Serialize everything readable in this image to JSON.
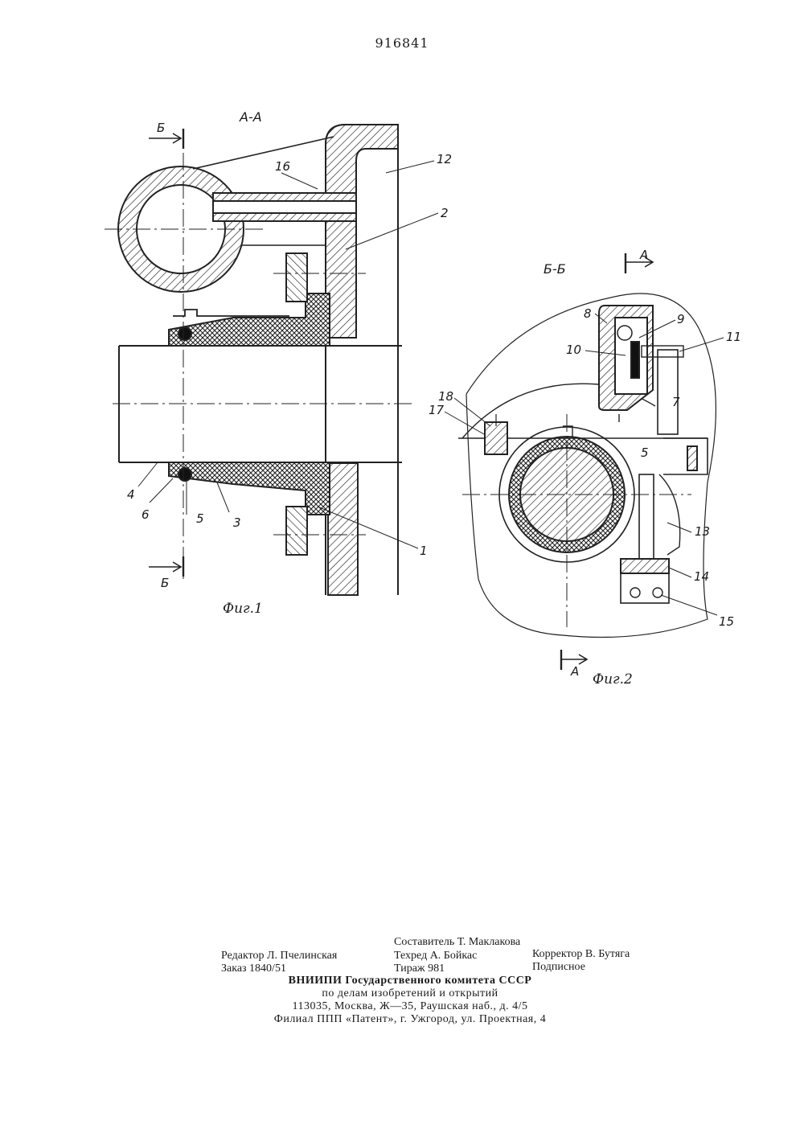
{
  "patent_number": "916841",
  "fig1": {
    "section_title": "А-А",
    "cut_mark_top": "Б",
    "cut_mark_bottom": "Б",
    "caption": "Фиг.1",
    "callouts": [
      "16",
      "12",
      "2",
      "4",
      "6",
      "5",
      "3",
      "1"
    ]
  },
  "fig2": {
    "section_title": "Б-Б",
    "cut_mark_top": "А",
    "cut_mark_bottom": "А",
    "caption": "Фиг.2",
    "callouts": [
      "8",
      "9",
      "10",
      "11",
      "7",
      "18",
      "17",
      "5",
      "13",
      "14",
      "15"
    ]
  },
  "imprint": {
    "compiler": "Составитель Т. Маклакова",
    "editor": "Редактор Л. Пчелинская",
    "techred": "Техред А. Бойкас",
    "corrector": "Корректор В. Бутяга",
    "order": "Заказ 1840/51",
    "circulation": "Тираж 981",
    "subscription": "Подписное",
    "org_line1": "ВНИИПИ Государственного комитета СССР",
    "org_line2": "по делам изобретений и открытий",
    "address": "113035, Москва, Ж—35, Раушская наб., д. 4/5",
    "branch": "Филиал ППП «Патент», г. Ужгород, ул. Проектная, 4"
  }
}
